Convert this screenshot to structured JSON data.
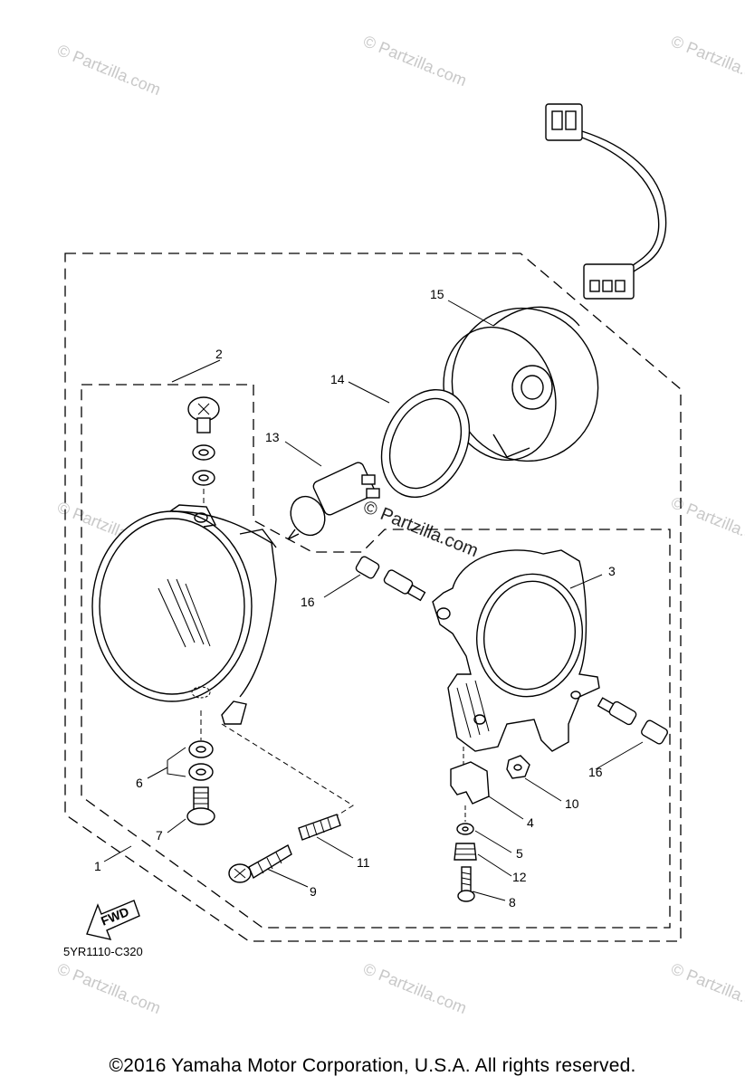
{
  "diagram": {
    "code": "5YR1110-C320",
    "copyright": "©2016  Yamaha Motor Corporation, U.S.A. All rights reserved.",
    "fwd_label": "FWD",
    "watermark": "© Partzilla.com",
    "callouts": {
      "c1": "1",
      "c2": "2",
      "c3": "3",
      "c4": "4",
      "c5": "5",
      "c6": "6",
      "c7": "7",
      "c8": "8",
      "c9": "9",
      "c10": "10",
      "c11": "11",
      "c12": "12",
      "c13": "13",
      "c14": "14",
      "c15": "15",
      "c16a": "16",
      "c16b": "16"
    }
  }
}
